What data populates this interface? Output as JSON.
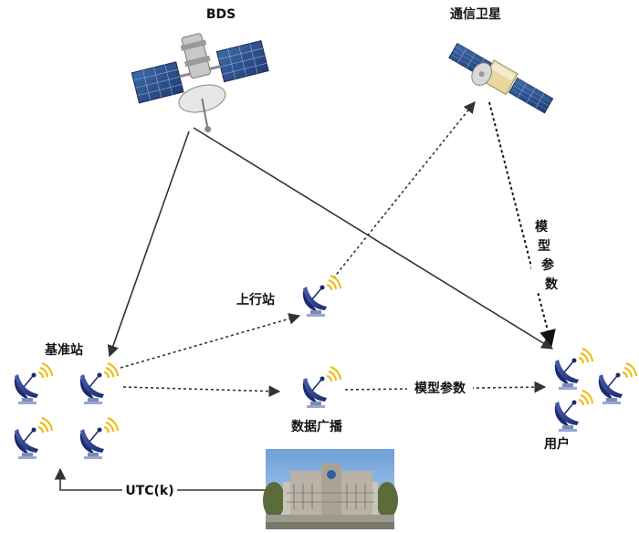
{
  "labels": {
    "bds": "BDS",
    "comm_satellite": "通信卫星",
    "reference_station": "基准站",
    "uplink_station": "上行站",
    "data_broadcast": "数据广播",
    "user": "用户",
    "model_params_horizontal": "模型参数",
    "model_params_vertical": [
      "模",
      "型",
      "参",
      "数"
    ],
    "utc": "UTC(k)"
  },
  "colors": {
    "dish": "#2c3f8f",
    "dish_dark": "#1a2a6c",
    "signal": "#f0b800",
    "panel": "#2b4f8a",
    "arrow": "#333333",
    "text": "#111111"
  },
  "icons": {
    "bds_satellite": "satellite-icon",
    "comm_satellite": "satellite-icon",
    "station": "satellite-dish-icon",
    "timing_lab": "building-photo"
  }
}
